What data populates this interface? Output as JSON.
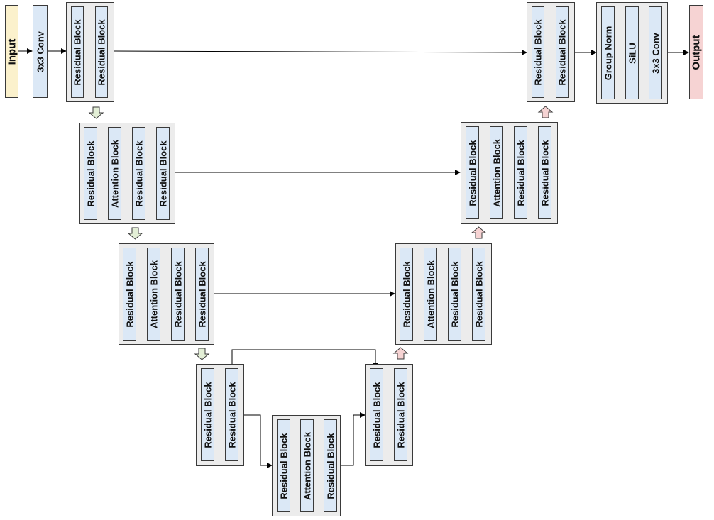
{
  "labels": {
    "input": "Input",
    "output": "Output",
    "conv": "3x3 Conv",
    "residual": "Residual Block",
    "attention": "Attention Block",
    "group_norm": "Group Norm",
    "silu": "SiLU"
  },
  "colors": {
    "block_fill": "#dbe8f6",
    "group_fill": "#ececec",
    "input_fill": "#fbf1cc",
    "output_fill": "#f6d3d3",
    "down_arrow_fill": "#e3efd6",
    "up_arrow_fill": "#f6d3d3",
    "line": "#000000"
  }
}
